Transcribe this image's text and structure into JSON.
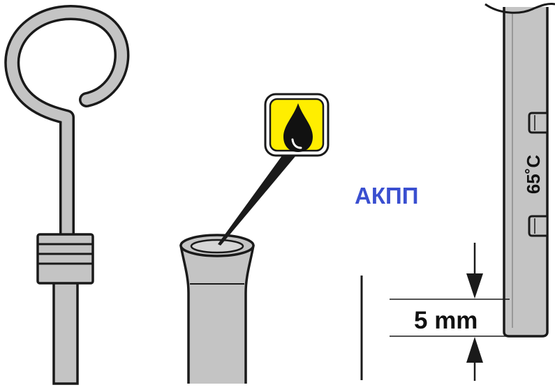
{
  "labels": {
    "transmission": "АКПП",
    "temperature": "65˚C",
    "depth": "5 mm"
  },
  "icons": {
    "oil_drop": "oil-drop-icon"
  },
  "colors": {
    "metal_fill": "#c4c4c4",
    "outline": "#1a1a1a",
    "badge_fill": "#ffee00",
    "label_blue": "#3a4fd0"
  }
}
